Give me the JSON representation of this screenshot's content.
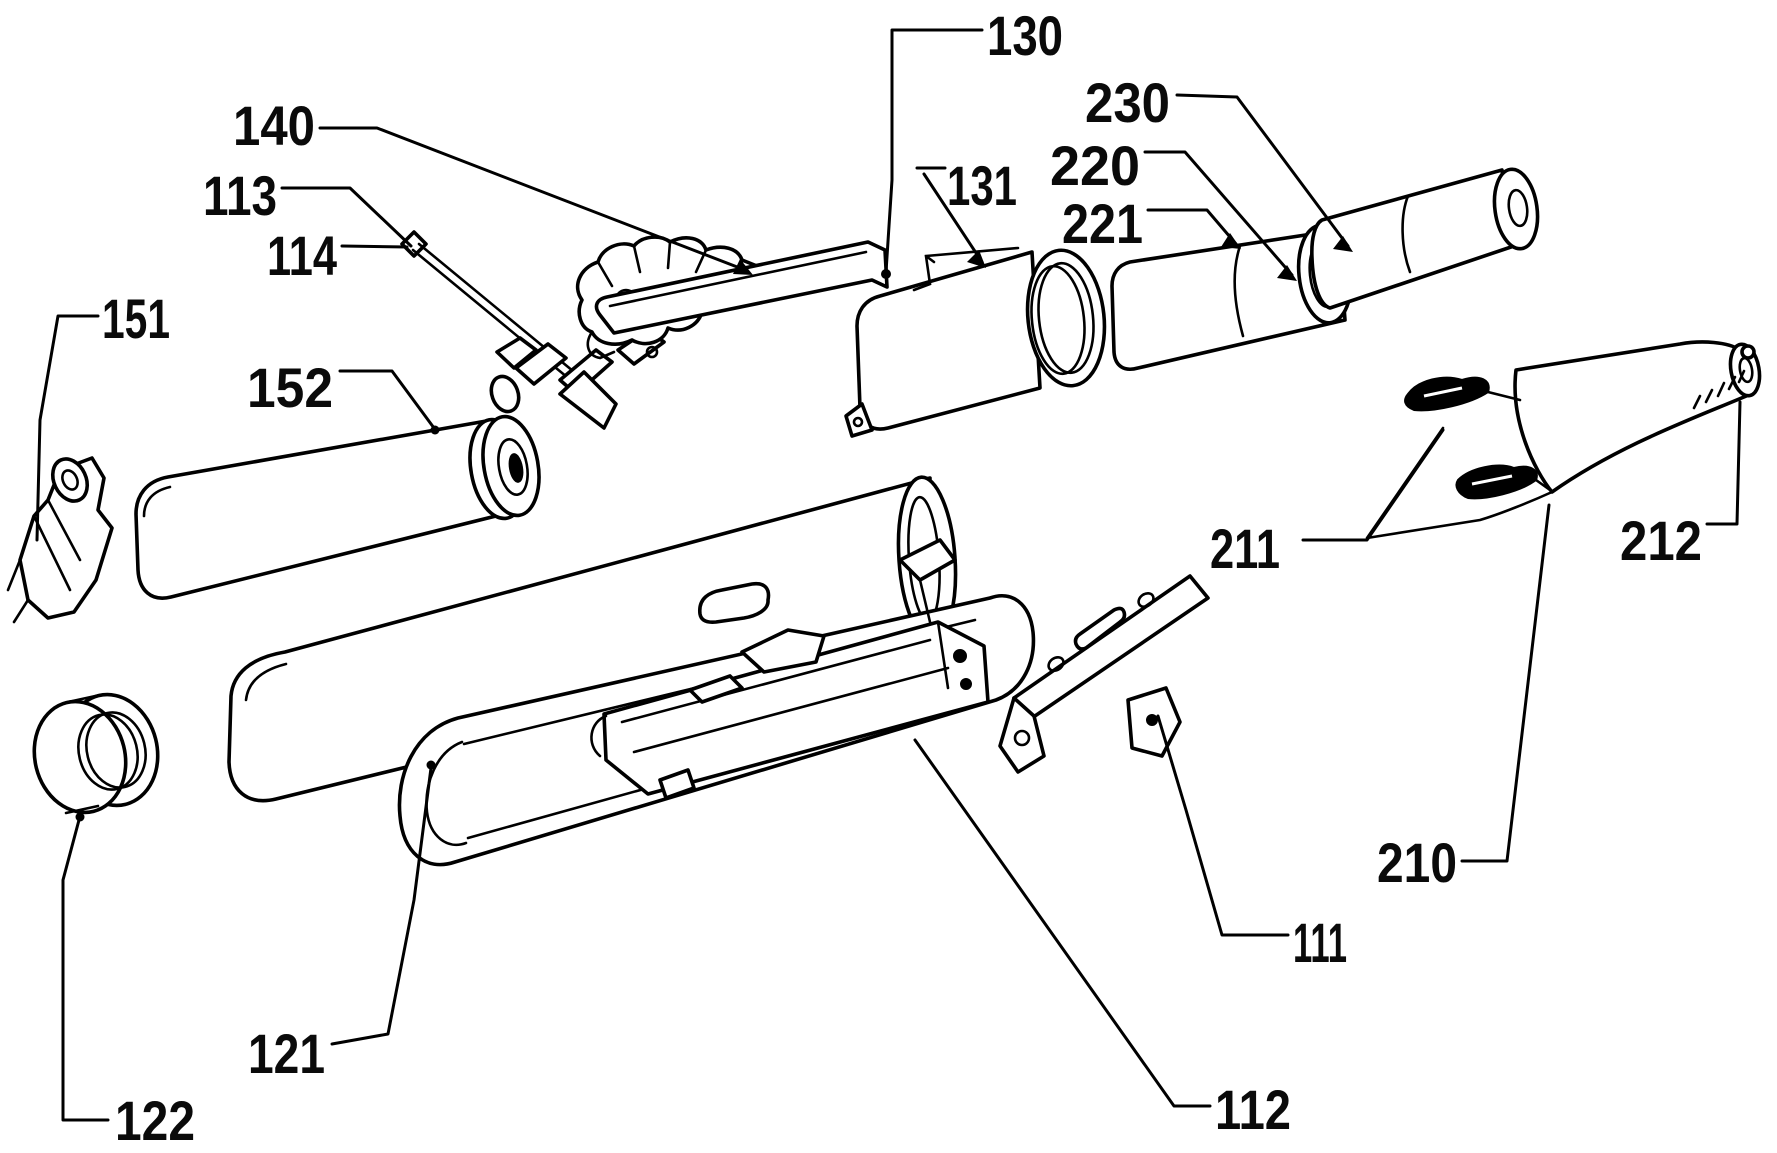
{
  "figure": {
    "kind": "patent-style exploded-view assembly line drawing",
    "paper_color": "#ffffff",
    "ink_color": "#000000",
    "callouts": {
      "c111": "111",
      "c112": "112",
      "c113": "113",
      "c114": "114",
      "c121": "121",
      "c122": "122",
      "c130": "130",
      "c131": "131",
      "c140": "140",
      "c151": "151",
      "c152": "152",
      "c210": "210",
      "c211": "211",
      "c212": "212",
      "c220": "220",
      "c221": "221",
      "c230": "230"
    }
  }
}
